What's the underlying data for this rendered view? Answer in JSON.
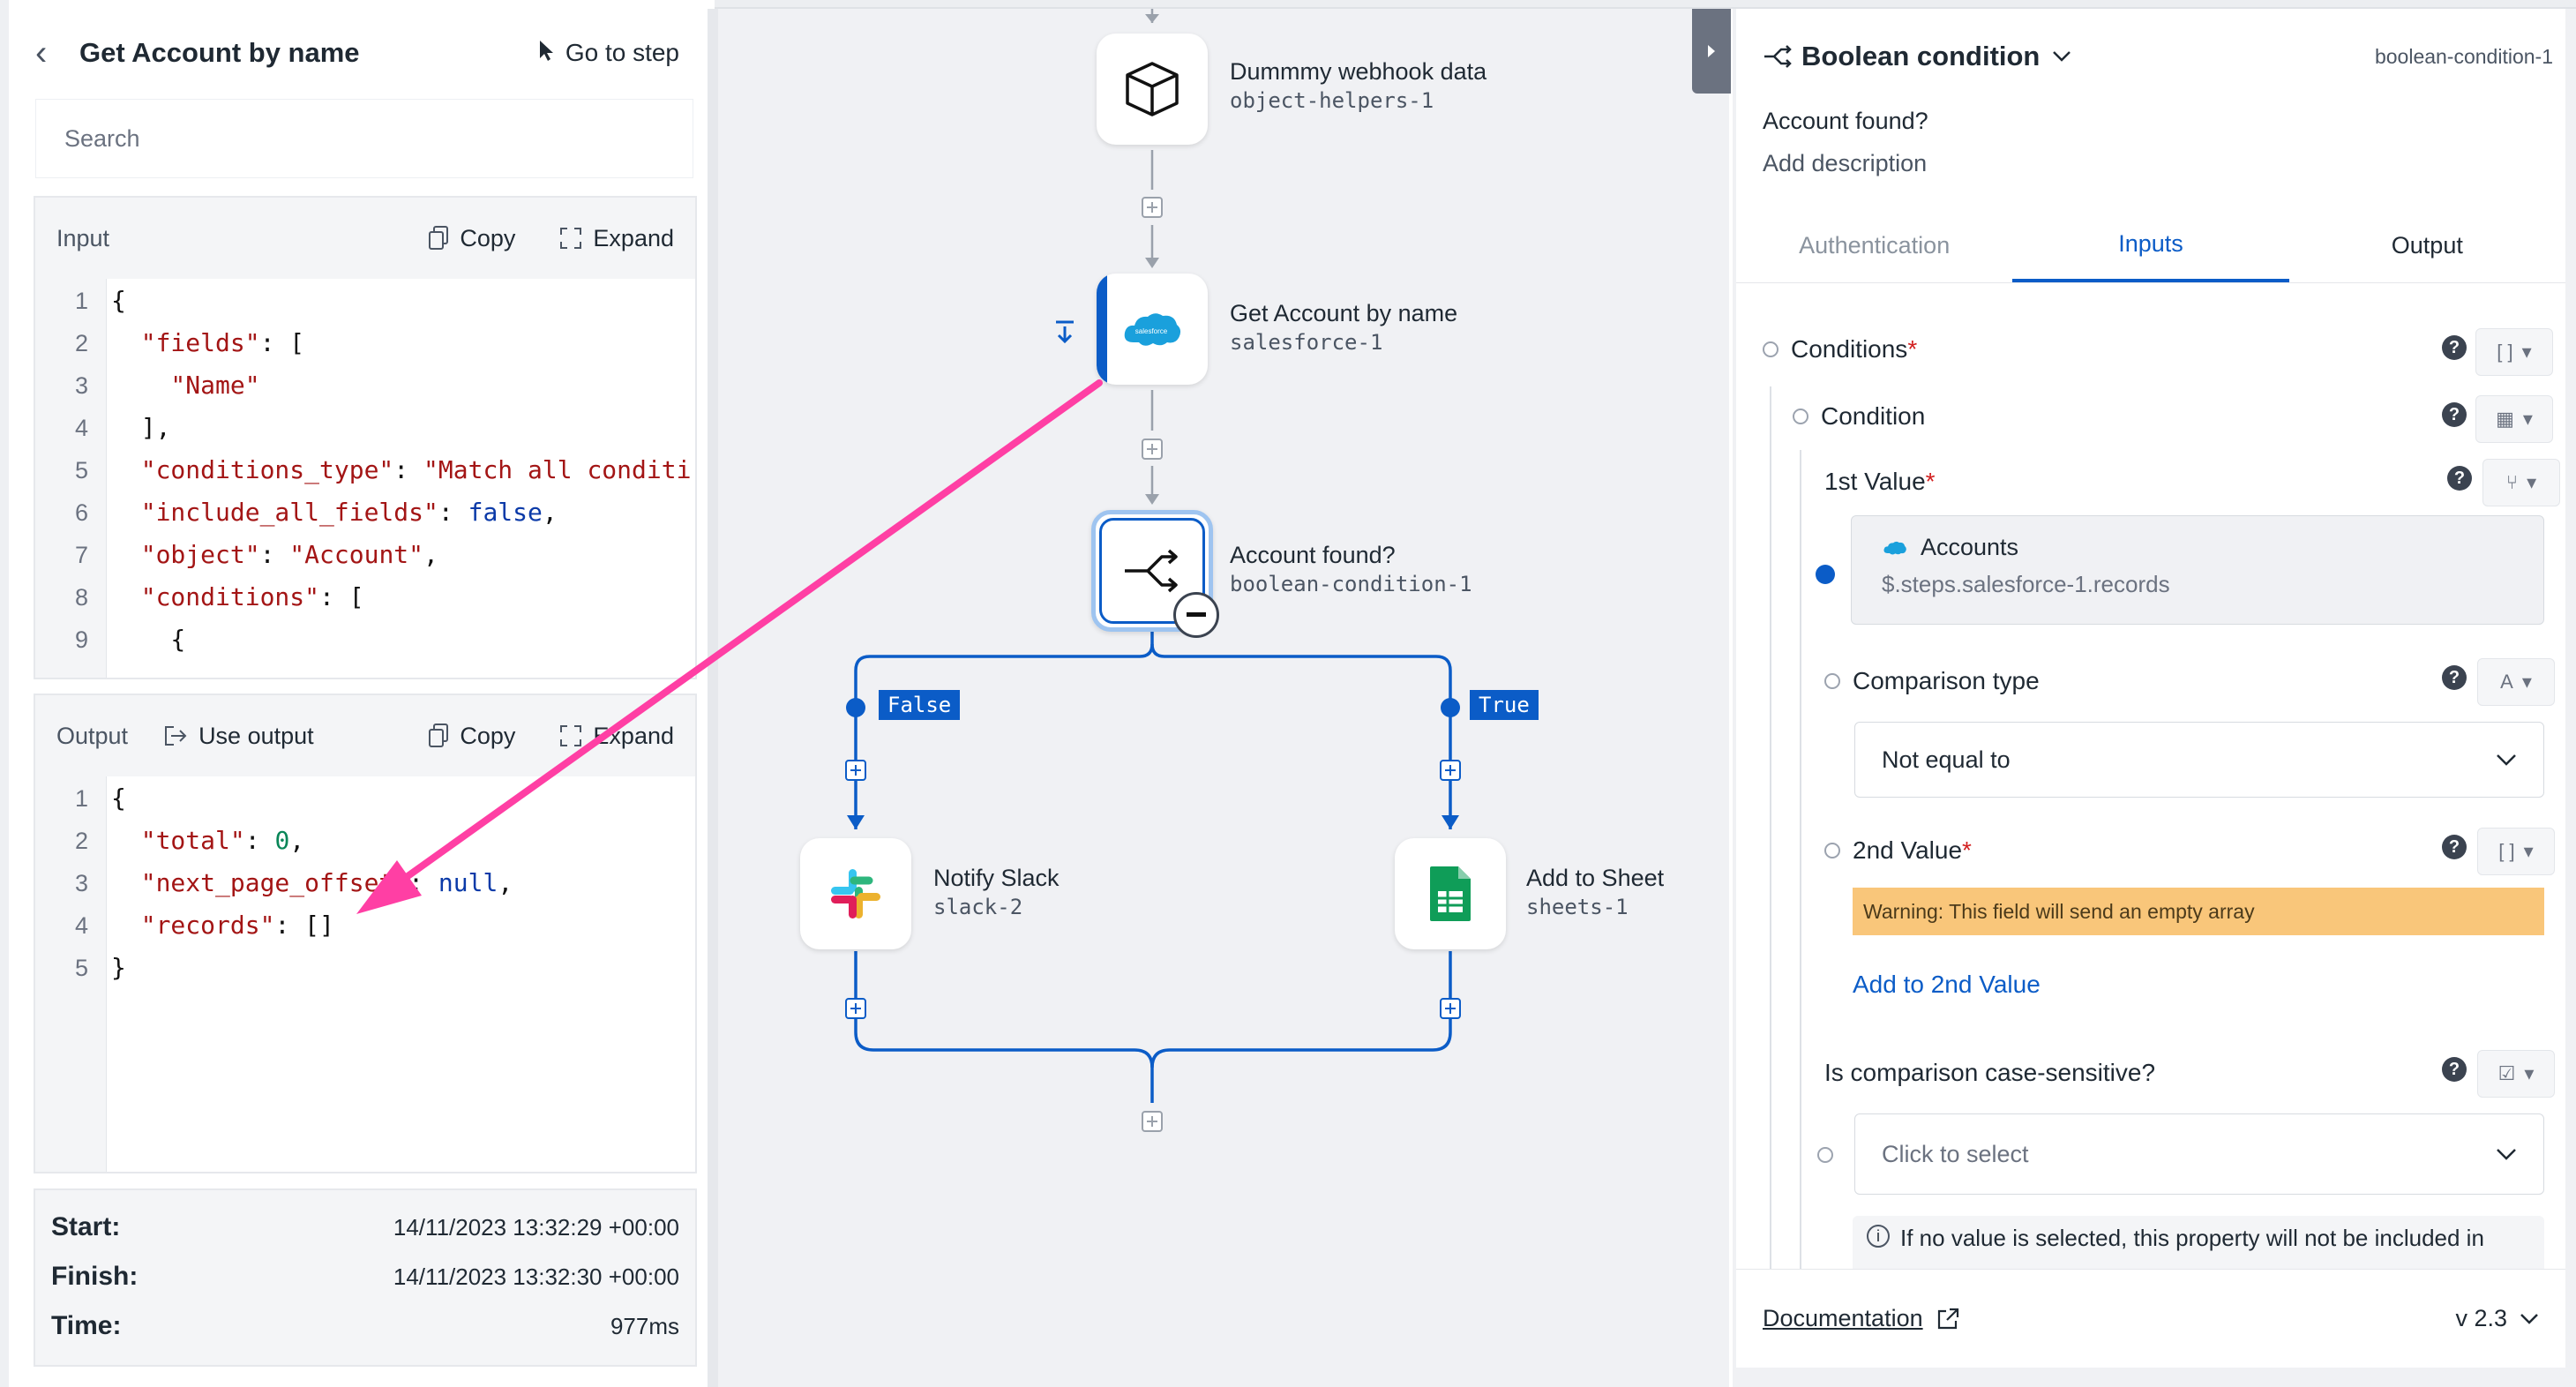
{
  "left": {
    "title": "Get Account by name",
    "go_to_step": "Go to step",
    "search_placeholder": "Search",
    "input": {
      "label": "Input",
      "copy": "Copy",
      "expand": "Expand",
      "line_numbers": [
        "1",
        "2",
        "3",
        "4",
        "5",
        "6",
        "7",
        "8",
        "9"
      ],
      "lines": [
        [
          "{"
        ],
        [
          "  \"fields\"",
          ": ["
        ],
        [
          "    \"Name\""
        ],
        [
          "  ],"
        ],
        [
          "  \"conditions_type\"",
          ": ",
          "\"Match all conditi"
        ],
        [
          "  \"include_all_fields\"",
          ": ",
          "false",
          ","
        ],
        [
          "  \"object\"",
          ": ",
          "\"Account\"",
          ","
        ],
        [
          "  \"conditions\"",
          ": ["
        ],
        [
          "    {"
        ]
      ]
    },
    "output": {
      "label": "Output",
      "use_output": "Use output",
      "copy": "Copy",
      "expand": "Expand",
      "line_numbers": [
        "1",
        "2",
        "3",
        "4",
        "5"
      ],
      "lines": [
        [
          "{"
        ],
        [
          "  \"total\"",
          ": ",
          "0",
          ","
        ],
        [
          "  \"next_page_offset\"",
          ": ",
          "null",
          ","
        ],
        [
          "  \"records\"",
          ": []"
        ],
        [
          "}"
        ]
      ]
    },
    "timing": {
      "start_label": "Start:",
      "start_value": "14/11/2023 13:32:29 +00:00",
      "finish_label": "Finish:",
      "finish_value": "14/11/2023 13:32:30 +00:00",
      "time_label": "Time:",
      "time_value": "977ms"
    }
  },
  "canvas": {
    "nodes": [
      {
        "title": "Dummmy webhook data",
        "subtitle": "object-helpers-1",
        "icon": "cube-icon"
      },
      {
        "title": "Get Account by name",
        "subtitle": "salesforce-1",
        "icon": "salesforce-logo"
      },
      {
        "title": "Account found?",
        "subtitle": "boolean-condition-1",
        "icon": "branch-icon"
      },
      {
        "title": "Notify Slack",
        "subtitle": "slack-2",
        "icon": "slack-logo"
      },
      {
        "title": "Add to Sheet",
        "subtitle": "sheets-1",
        "icon": "sheets-logo"
      }
    ],
    "false_label": "False",
    "true_label": "True",
    "arrow_color": "#ff3fa4",
    "accent": "#0b5cc7"
  },
  "right": {
    "title": "Boolean condition",
    "component_id": "boolean-condition-1",
    "step_name": "Account found?",
    "add_description": "Add description",
    "tabs": [
      "Authentication",
      "Inputs",
      "Output"
    ],
    "active_tab": "Inputs",
    "conditions_label": "Conditions",
    "condition_label": "Condition",
    "first_value_label": "1st Value",
    "first_value_name": "Accounts",
    "first_value_path": "$.steps.salesforce-1.records",
    "comparison_type_label": "Comparison type",
    "comparison_type_value": "Not equal to",
    "second_value_label": "2nd Value",
    "warning": "Warning: This field will send an empty array",
    "add_second_value": "Add to 2nd Value",
    "case_sensitive_label": "Is comparison case-sensitive?",
    "case_sensitive_placeholder": "Click to select",
    "info_text": "If no value is selected, this property will not be included in",
    "documentation": "Documentation",
    "version": "v 2.3",
    "warning_color": "#f9c67a"
  }
}
